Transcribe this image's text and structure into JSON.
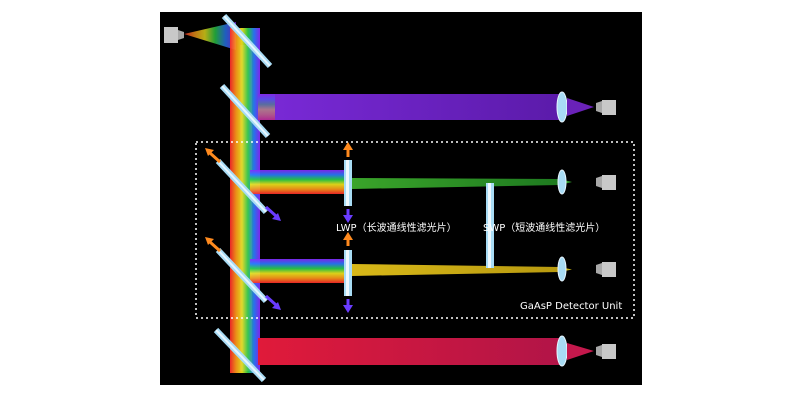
{
  "labels": {
    "lwp": "LWP（长波通线性滤光片）",
    "swp": "SWP（短波通线性滤光片）",
    "unit": "GaAsP Detector Unit"
  },
  "colors": {
    "background": "#000000",
    "purple_beam": "#6a22b8",
    "red_beam": "#c4184c",
    "green_beam": "#2e9a2a",
    "yellow_beam": "#c8b414",
    "filter_glass": "#a8dcf5",
    "detector": "#c8c8c8",
    "arrow_orange": "#ff8a1e",
    "arrow_violet": "#6a3cff",
    "frame": "#ffffff"
  },
  "icons": [
    "source-camera-icon",
    "detector-icon",
    "lens-icon",
    "dichroic-mirror-icon",
    "arrow-up-icon",
    "arrow-down-icon"
  ]
}
